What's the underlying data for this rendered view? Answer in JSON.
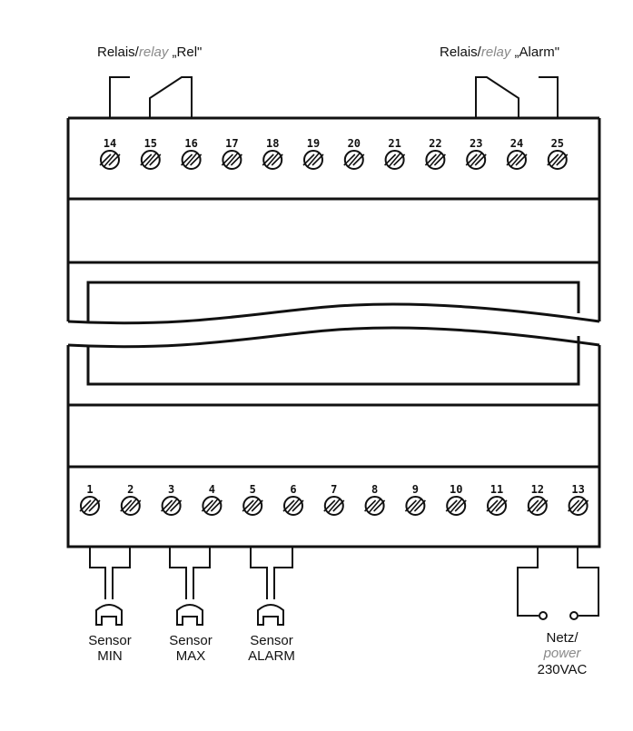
{
  "relay_rel": {
    "prefix": "Relais/",
    "italic": "relay",
    "name": " „Rel\""
  },
  "relay_alarm": {
    "prefix": "Relais/",
    "italic": "relay",
    "name": " „Alarm\""
  },
  "top_terminals": [
    "14",
    "15",
    "16",
    "17",
    "18",
    "19",
    "20",
    "21",
    "22",
    "23",
    "24",
    "25"
  ],
  "bottom_terminals": [
    "1",
    "2",
    "3",
    "4",
    "5",
    "6",
    "7",
    "8",
    "9",
    "10",
    "11",
    "12",
    "13"
  ],
  "sensors": [
    {
      "line1": "Sensor",
      "line2": "MIN"
    },
    {
      "line1": "Sensor",
      "line2": "MAX"
    },
    {
      "line1": "Sensor",
      "line2": "ALARM"
    }
  ],
  "power": {
    "line1": "Netz/",
    "line2": "power",
    "line3": "230VAC"
  }
}
